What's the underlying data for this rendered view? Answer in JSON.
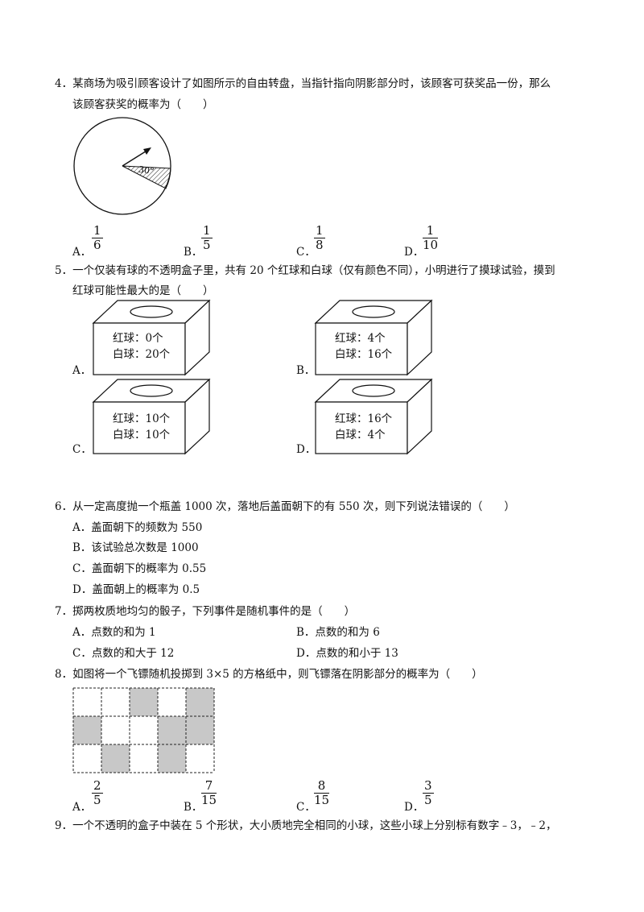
{
  "q4": {
    "line1": "4．某商场为吸引顾客设计了如图所示的自由转盘，当指针指向阴影部分时，该顾客可获奖品一份，那么",
    "line2": "该顾客获奖的概率为（　　）",
    "angle_label": "30°",
    "options": [
      {
        "letter": "A．",
        "num": "1",
        "den": "6"
      },
      {
        "letter": "B．",
        "num": "1",
        "den": "5"
      },
      {
        "letter": "C．",
        "num": "1",
        "den": "8"
      },
      {
        "letter": "D．",
        "num": "1",
        "den": "10"
      }
    ]
  },
  "q5": {
    "line1": "5．一个仅装有球的不透明盒子里，共有 20 个红球和白球（仅有颜色不同），小明进行了摸球试验，摸到",
    "line2": "红球可能性最大的是（　　）",
    "boxes": [
      {
        "letter": "A．",
        "red": "红球：0个",
        "white": "白球：20个"
      },
      {
        "letter": "B．",
        "red": "红球：4个",
        "white": "白球：16个"
      },
      {
        "letter": "C．",
        "red": "红球：10个",
        "white": "白球：10个"
      },
      {
        "letter": "D．",
        "red": "红球：16个",
        "white": "白球：4个"
      }
    ]
  },
  "q6": {
    "stem": "6．从一定高度抛一个瓶盖 1000 次，落地后盖面朝下的有 550 次，则下列说法错误的（　　）",
    "options": [
      "A．盖面朝下的频数为 550",
      "B．该试验总次数是 1000",
      "C．盖面朝下的概率为 0.55",
      "D．盖面朝上的概率为 0.5"
    ]
  },
  "q7": {
    "stem": "7．掷两枚质地均匀的骰子，下列事件是随机事件的是（　　）",
    "options": [
      "A．点数的和为 1",
      "B．点数的和为 6",
      "C．点数的和大于 12",
      "D．点数的和小于 13"
    ]
  },
  "q8": {
    "stem": "8．如图将一个飞镖随机投掷到 3×5 的方格纸中，则飞镖落在阴影部分的概率为（　　）",
    "grid": {
      "rows": 3,
      "cols": 5,
      "shaded": [
        [
          0,
          2
        ],
        [
          0,
          4
        ],
        [
          1,
          0
        ],
        [
          1,
          3
        ],
        [
          1,
          4
        ],
        [
          2,
          1
        ],
        [
          2,
          3
        ]
      ]
    },
    "options": [
      {
        "letter": "A．",
        "num": "2",
        "den": "5"
      },
      {
        "letter": "B．",
        "num": "7",
        "den": "15"
      },
      {
        "letter": "C．",
        "num": "8",
        "den": "15"
      },
      {
        "letter": "D．",
        "num": "3",
        "den": "5"
      }
    ]
  },
  "q9": {
    "line1": "9．一个不透明的盒子中装在 5 个形状，大小质地完全相同的小球，这些小球上分别标有数字﹣3，﹣2，"
  }
}
